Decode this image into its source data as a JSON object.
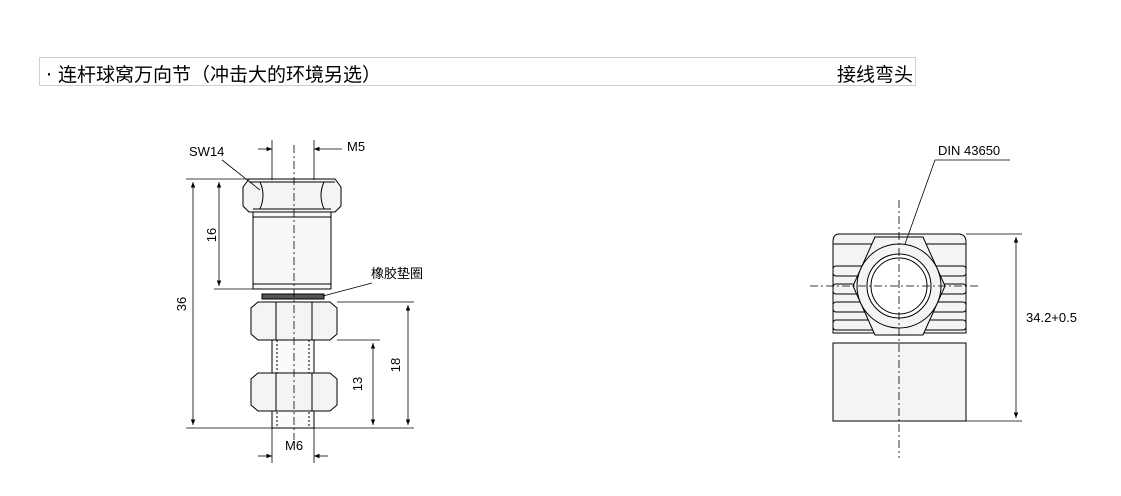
{
  "header": {
    "bullet": "·",
    "left_title": "连杆球窝万向节（冲击大的环境另选）",
    "right_title": "接线弯头"
  },
  "left_drawing": {
    "labels": {
      "sw": "SW14",
      "m5": "M5",
      "m6": "M6",
      "dim_16": "16",
      "dim_36": "36",
      "dim_13": "13",
      "dim_18": "18",
      "gasket": "橡胶垫圈"
    }
  },
  "right_drawing": {
    "labels": {
      "din": "DIN  43650",
      "height": "34.2+0.5"
    }
  }
}
